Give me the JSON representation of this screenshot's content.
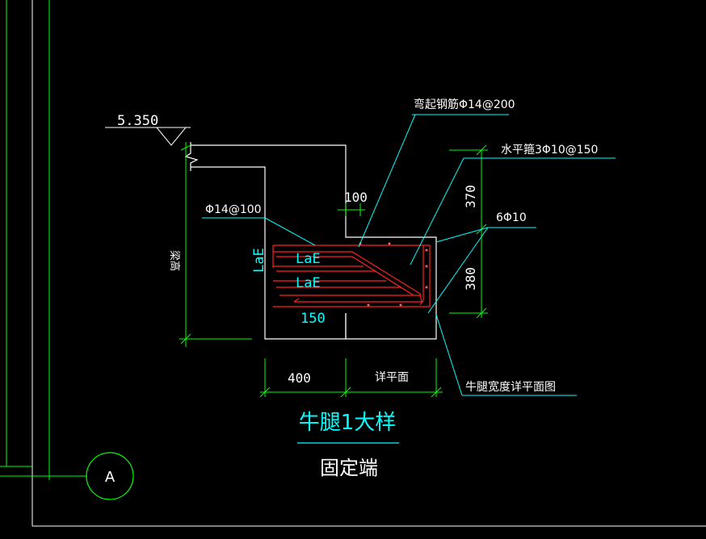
{
  "drawing": {
    "elevation_label": "5.350",
    "bent_bar_label": "弯起钢筋Φ14@200",
    "horizontal_stirrup_label": "水平箍3Φ10@150",
    "stirrup_label": "Φ14@100",
    "longitudinal_bars_label": "6Φ10",
    "beam_height_label": "梁高",
    "dim_100": "100",
    "dim_370": "370",
    "dim_380": "380",
    "dim_400": "400",
    "dim_150": "150",
    "lae_vertical": "LaE",
    "lae_1": "LaE",
    "lae_2": "LaE",
    "see_plan_label": "详平面",
    "corbel_width_label": "牛腿宽度详平面图",
    "title": "牛腿1大样",
    "subtitle": "固定端",
    "axis_bubble": "A"
  },
  "colors": {
    "background": "#000000",
    "line_white": "#ffffff",
    "line_green": "#00ff00",
    "line_cyan": "#00ffff",
    "rebar_red": "#ff2020",
    "title_cyan": "#00ffff"
  }
}
